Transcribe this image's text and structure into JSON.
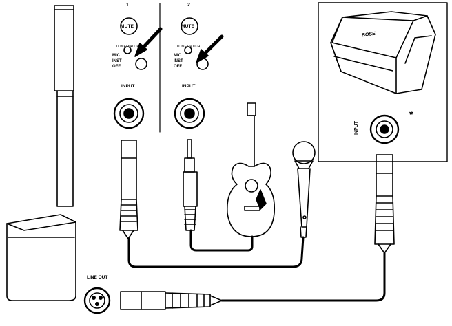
{
  "channels": [
    {
      "number": "1",
      "mute": "MUTE",
      "tone": "TONEMATCH",
      "options": [
        "MIC",
        "INST",
        "OFF"
      ],
      "input": "INPUT"
    },
    {
      "number": "2",
      "mute": "MUTE",
      "tone": "TONEMATCH",
      "options": [
        "MIC",
        "INST",
        "OFF"
      ],
      "input": "INPUT"
    }
  ],
  "speaker": {
    "brand": "BOSE",
    "input": "INPUT",
    "note": "*"
  },
  "line_out": "LINE OUT",
  "icons": [
    "column-speaker-icon",
    "mute-button-icon",
    "tonematch-knob-icon",
    "arrow-icon",
    "xlr-combo-jack-icon",
    "xlr-connector-icon",
    "quarter-inch-jack-icon",
    "acoustic-guitar-icon",
    "microphone-icon",
    "portable-speaker-icon",
    "xlr-female-jack-icon"
  ],
  "colors": {
    "line": "#000000",
    "background": "#ffffff"
  }
}
